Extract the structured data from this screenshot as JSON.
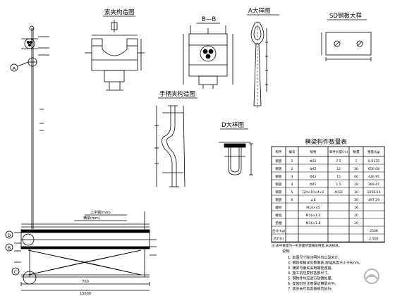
{
  "titles": {
    "cable_clamp": "索夹构造图",
    "section_bb": "B—B",
    "detail_a": "A大样图",
    "detail_sd": "SD钢板大样",
    "hand_clamp": "手柄夹构造图",
    "detail_d": "D大样图"
  },
  "callouts": {
    "a": "A",
    "b": "B",
    "c": "C",
    "d": "D"
  },
  "table": {
    "title": "横梁构件数量表",
    "headers": [
      "构件",
      "编号",
      "规格",
      "单件长度(m)",
      "数量",
      "重量(kg)"
    ],
    "rows": [
      [
        "钢管",
        "1",
        "Φ32",
        "7.5",
        "1",
        "8.6135"
      ],
      [
        "钢管",
        "2",
        "Φ42",
        "12",
        "30",
        "656.08"
      ],
      [
        "钢管",
        "3",
        "Φ42",
        "15",
        "60",
        "426.95"
      ],
      [
        "钢管",
        "4",
        "Φ42",
        "1.5",
        "28",
        "360.47"
      ],
      [
        "钢管",
        "5",
        "[20×10×4×2",
        "4032",
        "30",
        "1056.54"
      ],
      [
        "钢管",
        "6",
        "∠8",
        "",
        "36",
        "497.29"
      ],
      [
        "螺栓",
        "",
        "M16×45",
        "",
        "16",
        ""
      ],
      [
        "螺栓",
        "",
        "M16×1.5",
        "",
        "20",
        ""
      ],
      [
        "垫圈",
        "",
        "M16×1.8",
        "",
        "20",
        ""
      ],
      [
        "合计(kg)",
        "",
        "",
        "",
        "",
        "2506"
      ],
      [
        "合计(t)",
        "",
        "",
        "",
        "",
        "2.506"
      ]
    ],
    "footnote": "注:表中数量为一孔桥面所需横梁用量,未含损耗。"
  },
  "notes": {
    "heading": "说明:",
    "lines": [
      "1. 本图尺寸除注明外均以毫米计。",
      "2. 钢管规格详见数量表,焊缝高度不小于6mm。",
      "3. 横梁与索夹采用螺栓连接。",
      "4. 施工前应复核各部尺寸。",
      "5. 钢构件均应进行防锈处理。",
      "6. 安装时应注意保证横梁水平。",
      "7. 其余未尽事宜按规范执行。"
    ]
  },
  "dims": {
    "bottom_total": "15000",
    "bottom_span": "700",
    "beam_top": "工字钢(mm)",
    "beam_second": "横梁(mm)"
  }
}
